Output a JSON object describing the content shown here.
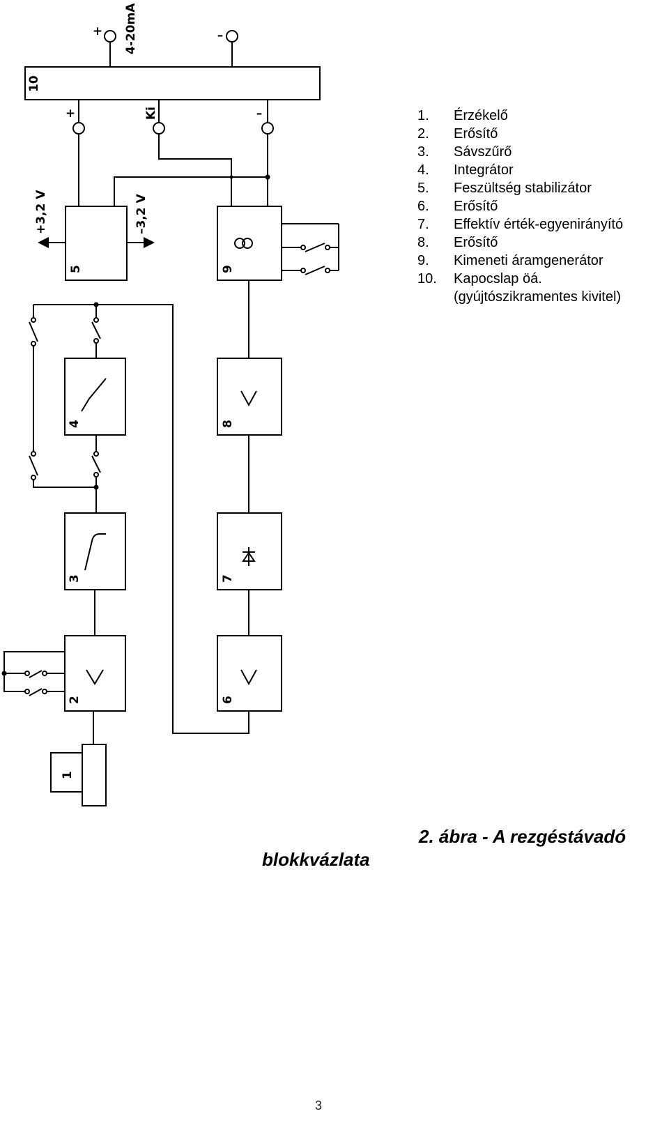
{
  "diagram": {
    "terminal_plus_sign": "+",
    "terminal_current_label": "4-20mA",
    "terminal_minus_sign": "–",
    "sub_terminal_plus": "+",
    "sub_terminal_out": "Ki",
    "sub_terminal_minus": "–",
    "supply_positive": "+3,2 V",
    "supply_negative": "–3,2 V",
    "blocks": [
      {
        "number": "1",
        "symbol": "sensor"
      },
      {
        "number": "2",
        "symbol": "amplifier"
      },
      {
        "number": "3",
        "symbol": "bandpass"
      },
      {
        "number": "4",
        "symbol": "integrator"
      },
      {
        "number": "5",
        "symbol": "stabilizer"
      },
      {
        "number": "6",
        "symbol": "amplifier"
      },
      {
        "number": "7",
        "symbol": "rectifier"
      },
      {
        "number": "8",
        "symbol": "amplifier"
      },
      {
        "number": "9",
        "symbol": "current-source"
      },
      {
        "number": "10",
        "symbol": "terminal-block"
      }
    ]
  },
  "legend": {
    "items": [
      {
        "num": "1.",
        "text": "Érzékelő"
      },
      {
        "num": "2.",
        "text": "Erősítő"
      },
      {
        "num": "3.",
        "text": "Sávszűrő"
      },
      {
        "num": "4.",
        "text": "Integrátor"
      },
      {
        "num": "5.",
        "text": "Feszültség stabilizátor"
      },
      {
        "num": "6.",
        "text": "Erősítő"
      },
      {
        "num": "7.",
        "text": "Effektív érték-egyenirányító"
      },
      {
        "num": "8.",
        "text": "Erősítő"
      },
      {
        "num": "9.",
        "text": "Kimeneti áramgenerátor"
      },
      {
        "num": "10.",
        "text": "Kapocslap öá."
      }
    ],
    "continuation": "(gyújtószikramentes kivitel)"
  },
  "caption": {
    "line1": "2. ábra - A rezgéstávadó",
    "line2": "blokkvázlata"
  },
  "page_number": "3"
}
